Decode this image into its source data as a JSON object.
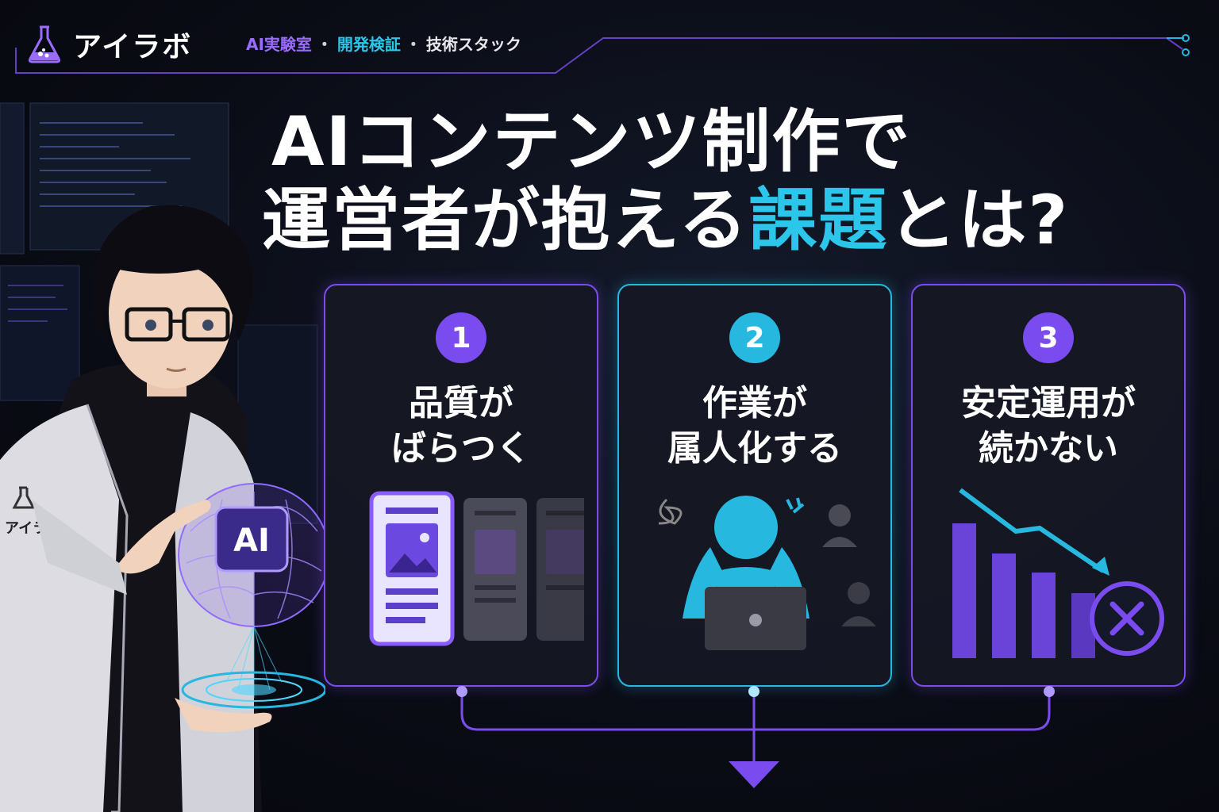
{
  "header": {
    "logo_text": "アイラボ",
    "breadcrumb": [
      "AI実験室",
      "開発検証",
      "技術スタック"
    ],
    "separator": "・"
  },
  "title": {
    "line1": "AIコンテンツ制作で",
    "line2_pre": "運営者が抱える",
    "line2_highlight": "課題",
    "line2_post": "とは?"
  },
  "scene": {
    "coat_badge": "アイラボ",
    "hologram_label": "AI"
  },
  "cards": [
    {
      "number": "1",
      "title_lines": [
        "品質が",
        "ばらつく"
      ],
      "accent": "#7a4cf0",
      "icon": "uneven-quality-documents-icon"
    },
    {
      "number": "2",
      "title_lines": [
        "作業が",
        "属人化する"
      ],
      "accent": "#27b8e0",
      "icon": "stressed-person-laptop-icon"
    },
    {
      "number": "3",
      "title_lines": [
        "安定運用が",
        "続かない"
      ],
      "accent": "#7a4cf0",
      "icon": "declining-chart-cross-icon"
    }
  ],
  "colors": {
    "purple": "#7a4cf0",
    "cyan": "#27b8e0",
    "background": "#0a0c15"
  }
}
